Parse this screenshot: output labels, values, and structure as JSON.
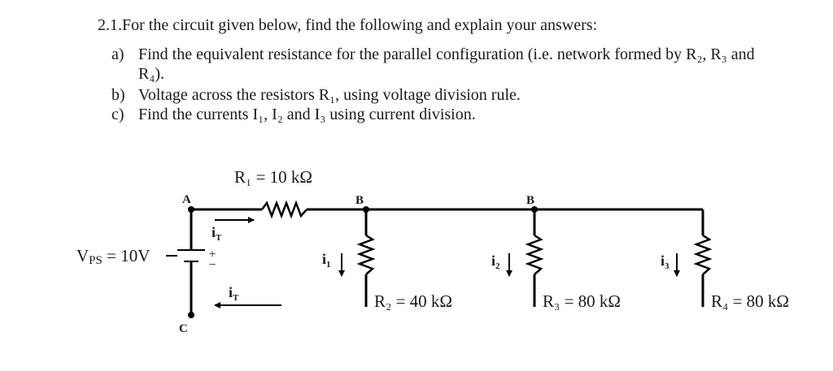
{
  "question": {
    "title": "2.1.For the circuit given below, find the following and explain your answers:",
    "items": [
      {
        "label": "a)",
        "text": "Find the equivalent resistance for the parallel configuration (i.e. network formed by R₂, R₃ and",
        "continuation": "R₄)."
      },
      {
        "label": "b)",
        "text": "Voltage across the resistors R₁, using voltage division rule."
      },
      {
        "label": "c)",
        "text": "Find the currents I₁, I₂ and I₃ using current division."
      }
    ]
  },
  "circuit": {
    "r1_label": "R₁ = 10 kΩ",
    "r2_label": "R₂ = 40 kΩ",
    "r3_label": "R₃ = 80 kΩ",
    "r4_label": "R₄ = 80 kΩ",
    "source_label": "V",
    "source_sub": "PS",
    "source_value": " = 10V",
    "node_a": "A",
    "node_b1": "B",
    "node_b2": "B",
    "node_c": "C",
    "polarity_plus": "+",
    "polarity_minus": "−",
    "current_it_top": "i",
    "current_it_top_sub": "T",
    "current_it_bottom": "i",
    "current_it_bottom_sub": "T",
    "current_i1": "i",
    "current_i1_sub": "1",
    "current_i2": "i",
    "current_i2_sub": "2",
    "current_i3": "i",
    "current_i3_sub": "3",
    "wire_color": "#000000",
    "resistor_color": "#000000"
  }
}
